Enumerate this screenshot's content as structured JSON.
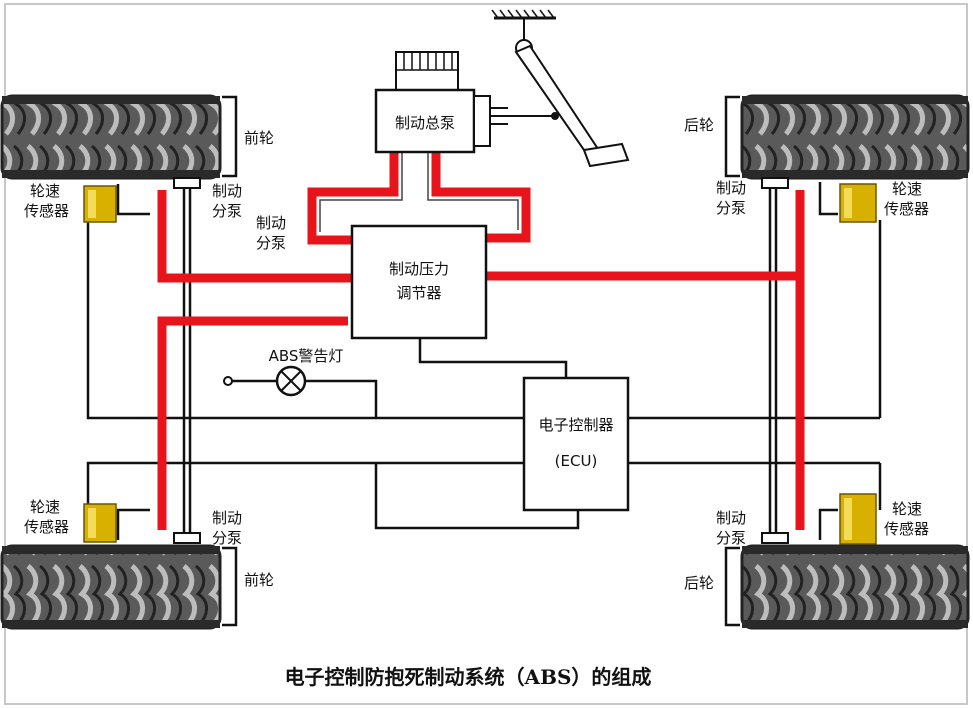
{
  "title": "电子控制防抱死制动系统（ABS）的组成",
  "labels": {
    "master_cylinder": "制动总泵",
    "regulator_line1": "制动压力",
    "regulator_line2": "调节器",
    "ecu_line1": "电子控制器",
    "ecu_line2": "(ECU)",
    "abs_light": "ABS警告灯",
    "front_wheel": "前轮",
    "rear_wheel": "后轮",
    "wheel_cyl_line1": "制动",
    "wheel_cyl_line2": "分泵",
    "sensor_line1": "轮速",
    "sensor_line2": "传感器"
  },
  "colors": {
    "brake_line": "#e8141c",
    "sensor": "#d8b000",
    "tire": "#3a3a3a",
    "wire": "#111111"
  },
  "icons": [
    "tire-tread-icon",
    "brake-pedal-icon",
    "warning-lamp-icon",
    "speed-sensor-icon"
  ]
}
